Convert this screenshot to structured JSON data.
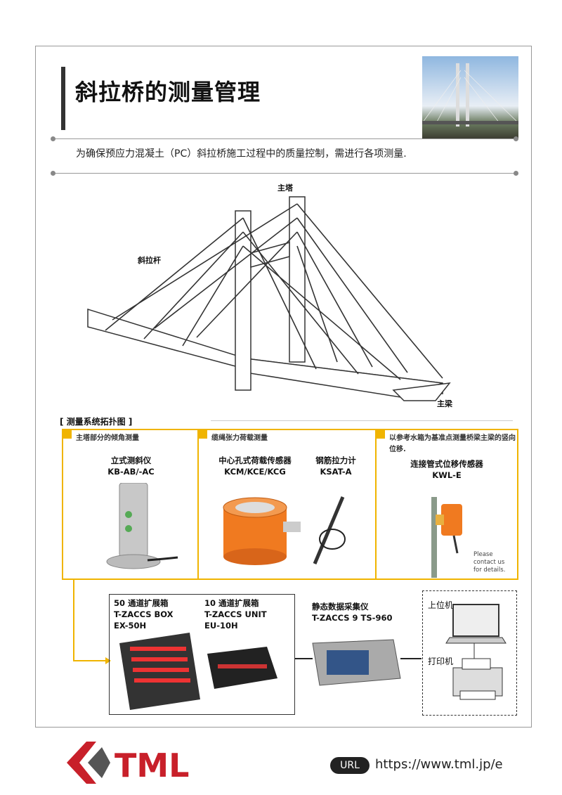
{
  "header": {
    "title": "斜拉桥的测量管理",
    "subtitle": "为确保预应力混凝土（PC）斜拉桥施工过程中的质量控制，需进行各项测量."
  },
  "diagram": {
    "tower_label": "主塔",
    "cable_label": "斜拉杆",
    "girder_label": "主梁"
  },
  "topology": {
    "title": "[ 测量系统拓扑图 ]",
    "columns": [
      {
        "heading": "主塔部分的倾角测量",
        "products": [
          {
            "name": "立式测斜仪",
            "model": "KB-AB/-AC"
          }
        ]
      },
      {
        "heading": "缆绳张力荷载测量",
        "products": [
          {
            "name": "中心孔式荷载传感器",
            "model": "KCM/KCE/KCG"
          },
          {
            "name": "钢筋拉力计",
            "model": "KSAT-A"
          }
        ]
      },
      {
        "heading": "以参考水箱为基准点测量桥梁主梁的竖向位移.",
        "products": [
          {
            "name": "连接管式位移传感器",
            "model": "KWL-E"
          }
        ],
        "note": "Please contact us for details."
      }
    ],
    "devices": [
      {
        "line1": "50 通道扩展箱",
        "line2": "T-ZACCS BOX",
        "line3": "EX-50H"
      },
      {
        "line1": "10 通道扩展箱",
        "line2": "T-ZACCS UNIT",
        "line3": "EU-10H"
      },
      {
        "line1": "静态数据采集仪",
        "line2": "T-ZACCS 9 TS-960"
      }
    ],
    "pc_label": "上位机",
    "printer_label": "打印机"
  },
  "footer": {
    "logo": "TML",
    "url_badge": "URL",
    "url": "https://www.tml.jp/e"
  },
  "colors": {
    "accent": "#f0b400",
    "logo_red": "#c8202a"
  }
}
